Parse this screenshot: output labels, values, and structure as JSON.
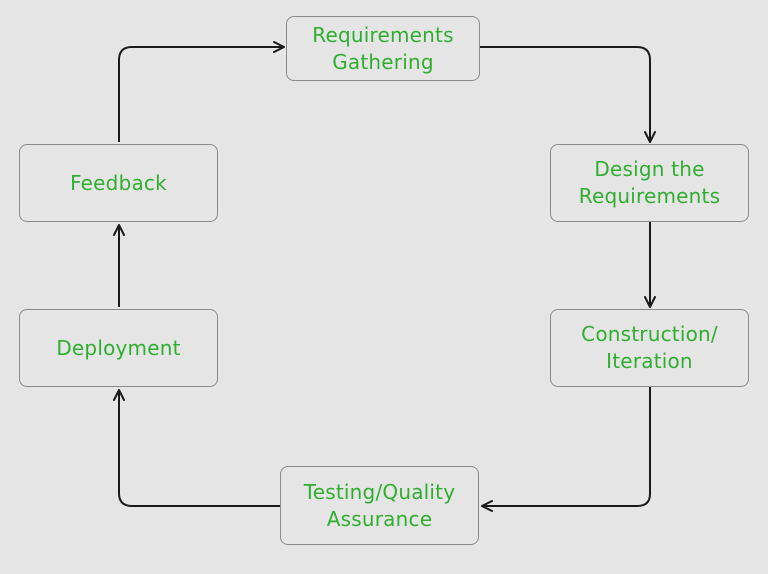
{
  "colors": {
    "background": "#e5e5e5",
    "node_text": "#2fae2f",
    "node_border": "#8a8a8a",
    "connector": "#1a1a1a"
  },
  "nodes": {
    "requirements_gathering": {
      "lines": [
        "Requirements",
        "Gathering"
      ]
    },
    "design_requirements": {
      "lines": [
        "Design the",
        "Requirements"
      ]
    },
    "construction_iteration": {
      "lines": [
        "Construction/",
        "Iteration"
      ]
    },
    "testing_quality_assurance": {
      "lines": [
        "Testing/Quality",
        "Assurance"
      ]
    },
    "deployment": {
      "lines": [
        "Deployment"
      ]
    },
    "feedback": {
      "lines": [
        "Feedback"
      ]
    }
  },
  "edges": [
    {
      "from": "requirements_gathering",
      "to": "design_requirements"
    },
    {
      "from": "design_requirements",
      "to": "construction_iteration"
    },
    {
      "from": "construction_iteration",
      "to": "testing_quality_assurance"
    },
    {
      "from": "testing_quality_assurance",
      "to": "deployment"
    },
    {
      "from": "deployment",
      "to": "feedback"
    },
    {
      "from": "feedback",
      "to": "requirements_gathering"
    }
  ]
}
